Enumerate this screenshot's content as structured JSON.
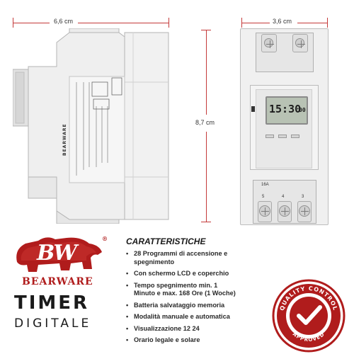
{
  "dimensions": {
    "width_side": "6,6 cm",
    "width_front": "3,6 cm",
    "height": "8,7 cm"
  },
  "device": {
    "lcd_time": "15:30",
    "lcd_seconds": "00",
    "brand_side": "BEARWARE",
    "terminal_numbers": [
      "5",
      "4",
      "3"
    ],
    "amp_rating": "16A"
  },
  "logo": {
    "monogram": "BW",
    "brand": "BEARWARE",
    "registered": "®",
    "color": "#b01c1c"
  },
  "product": {
    "title_line1": "TIMER",
    "title_line2": "DIGITALE"
  },
  "features": {
    "title": "CARATTERISTICHE",
    "items": [
      "28 Programmi di accensione e spegnimento",
      "Con schermo LCD e coperchio",
      "Tempo spegnimento min. 1 Minuto e max. 168 Ore (1 Woche)",
      "Batteria salvataggio memoria",
      "Modalità manuale e automatica",
      "Visualizzazione 12 24",
      "Orario legale e solare"
    ]
  },
  "badge": {
    "top_text": "QUALITY CONTROL",
    "bottom_text": "APPROVED",
    "color": "#b01c1c"
  },
  "colors": {
    "accent_red": "#c43a3a",
    "device_grey": "#ededed"
  }
}
